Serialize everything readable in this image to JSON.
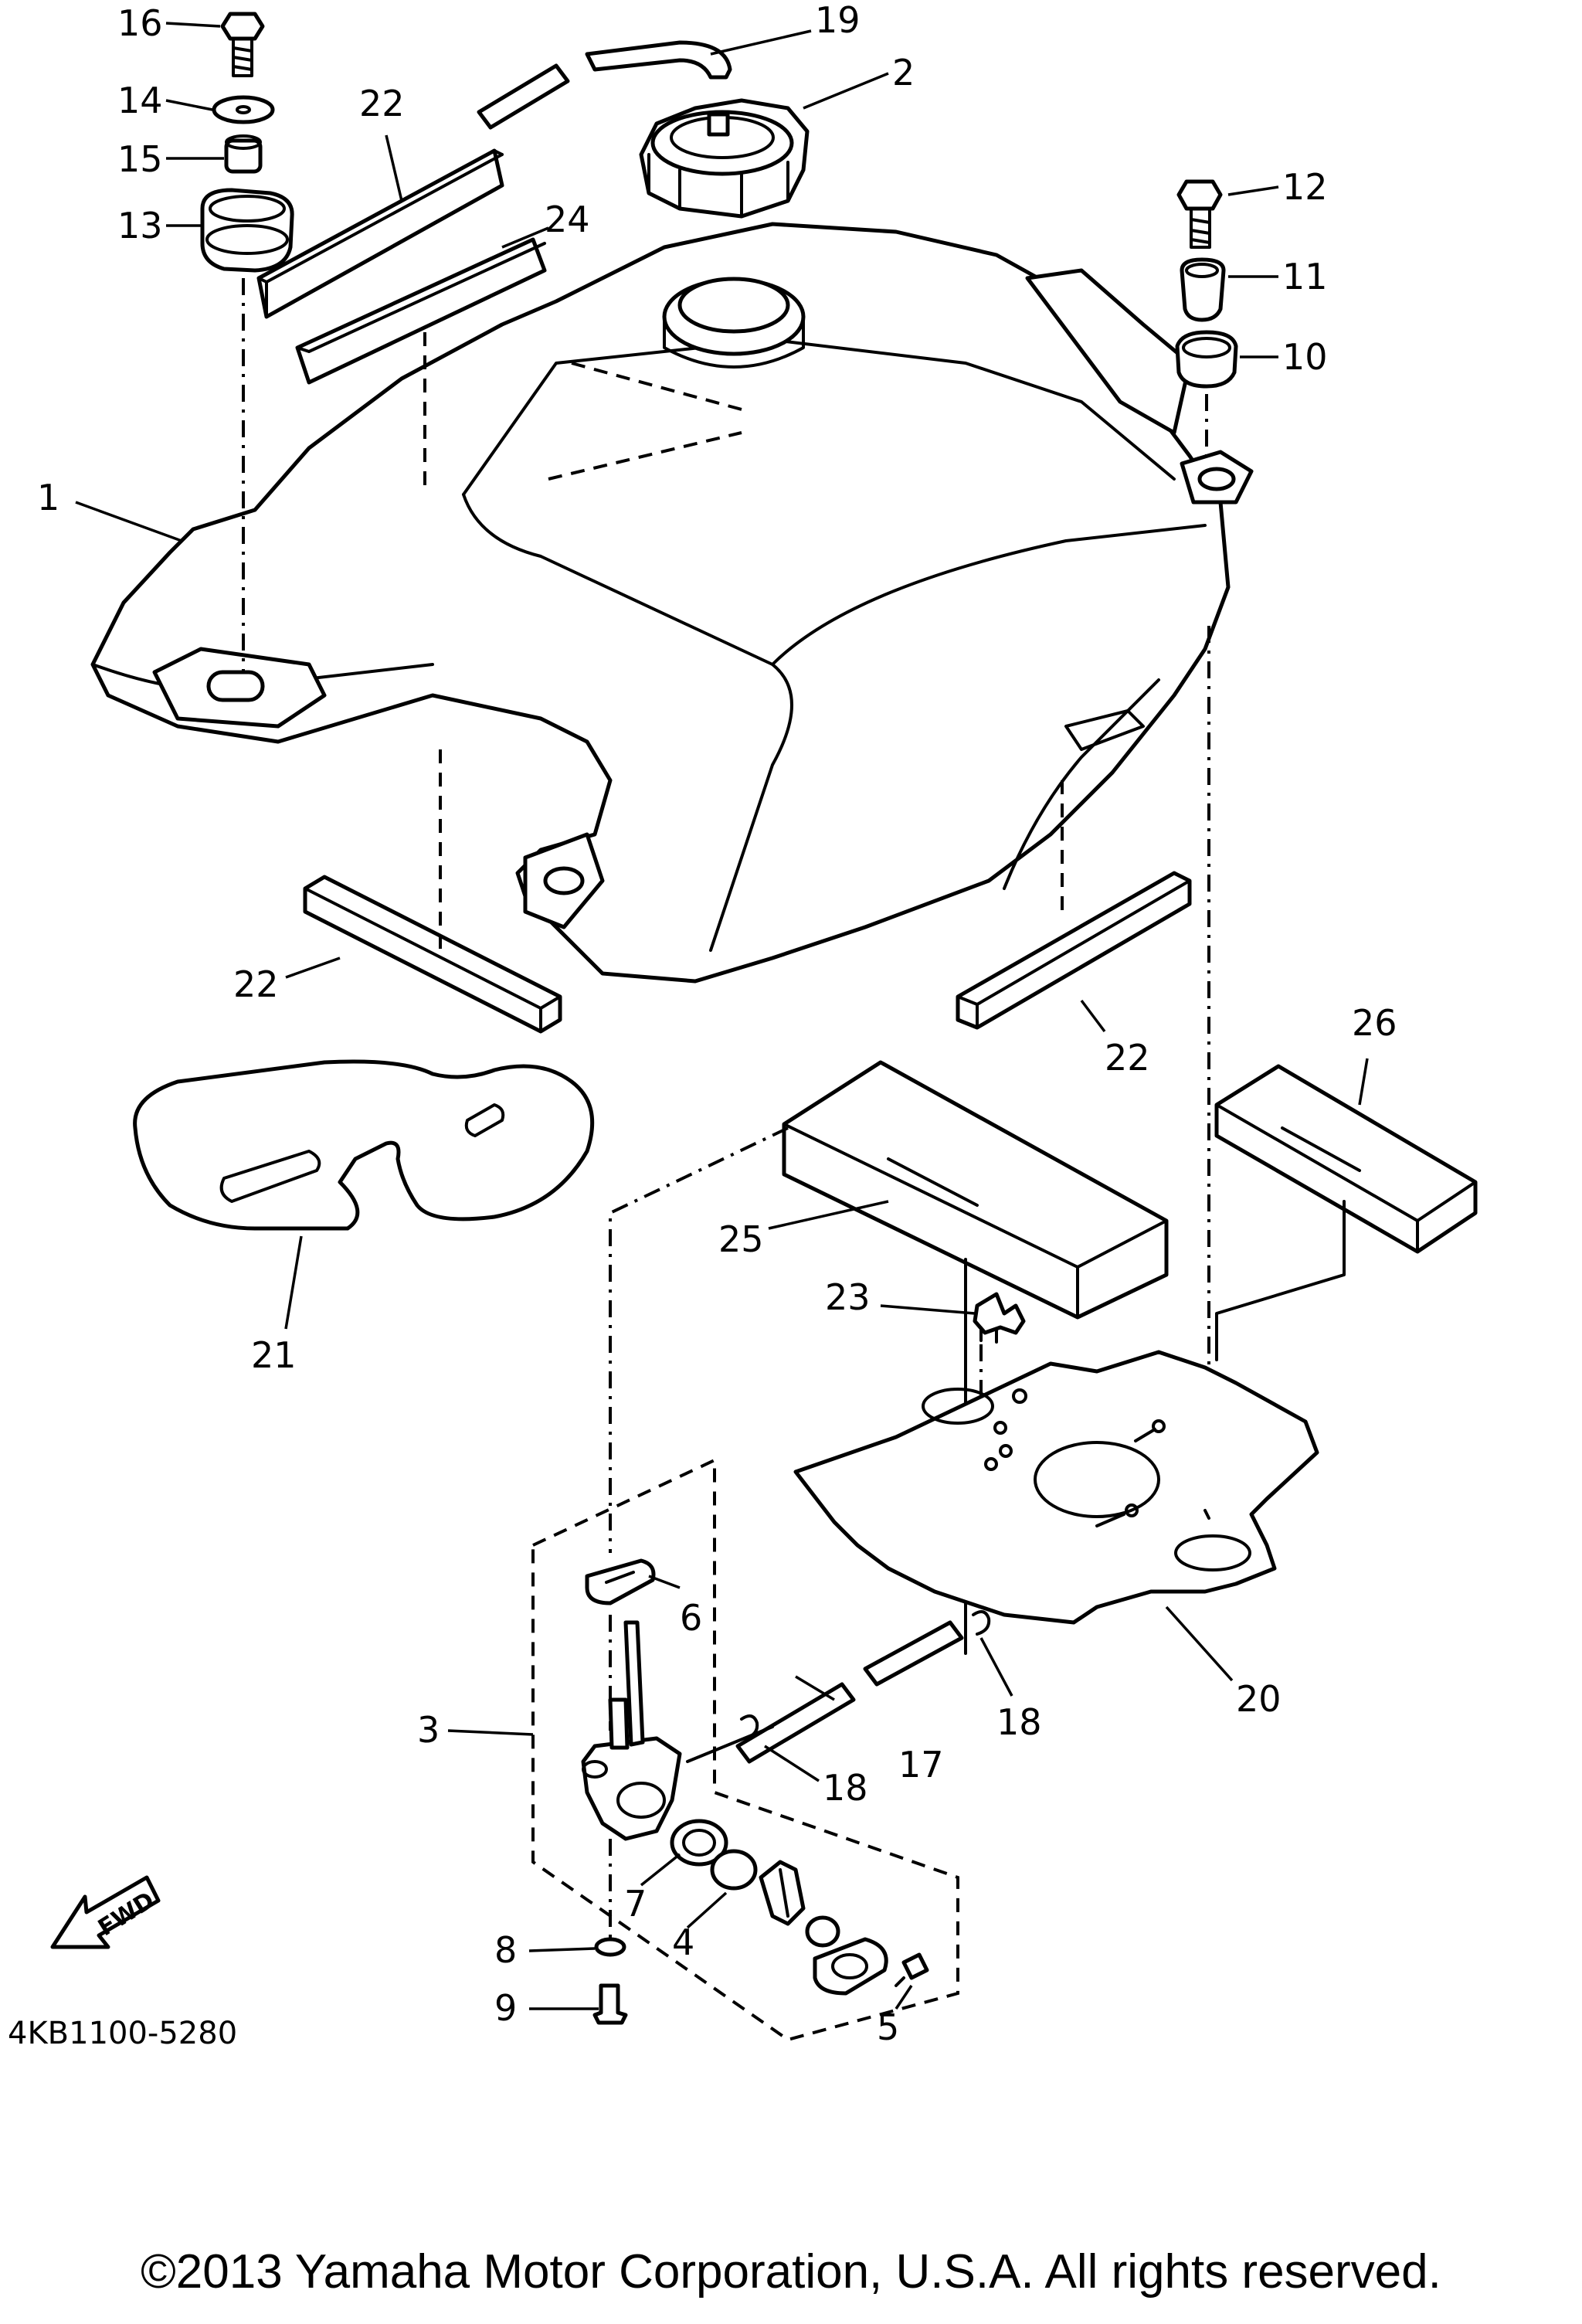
{
  "diagram": {
    "callouts": {
      "p1": "1",
      "p2": "2",
      "p3": "3",
      "p4": "4",
      "p5": "5",
      "p6": "6",
      "p7": "7",
      "p8": "8",
      "p9": "9",
      "p10": "10",
      "p11": "11",
      "p12": "12",
      "p13": "13",
      "p14": "14",
      "p15": "15",
      "p16": "16",
      "p17": "17",
      "p18a": "18",
      "p18b": "18",
      "p19": "19",
      "p20": "20",
      "p21": "21",
      "p22a": "22",
      "p22b": "22",
      "p22c": "22",
      "p23": "23",
      "p24": "24",
      "p25": "25",
      "p26": "26"
    },
    "fwd_label": "FWD",
    "part_code": "4KB1100-5280"
  },
  "footer": {
    "copyright": "©2013 Yamaha Motor Corporation, U.S.A. All rights reserved."
  }
}
